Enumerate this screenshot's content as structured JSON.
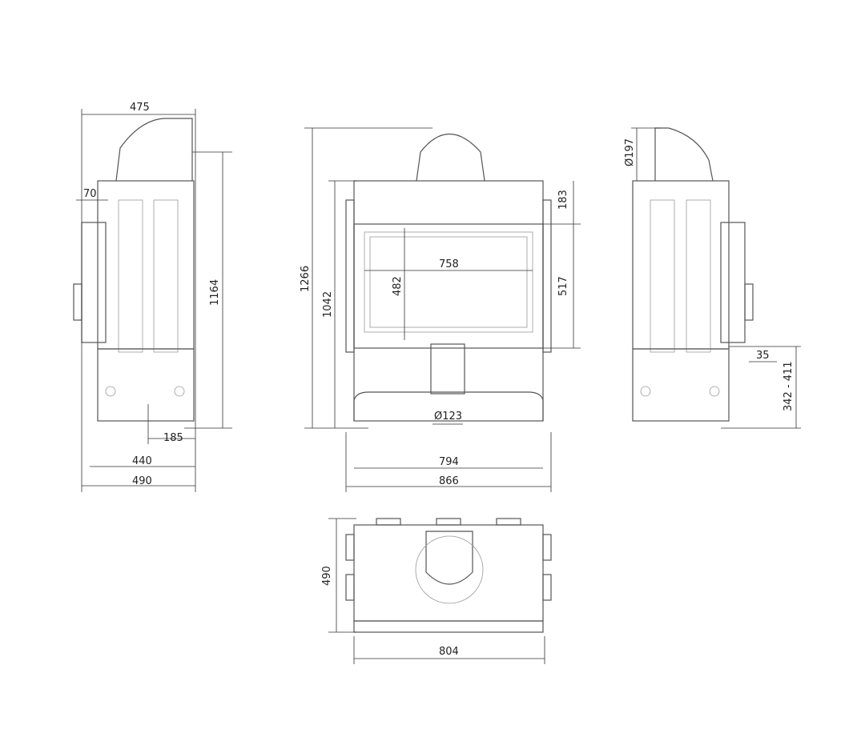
{
  "views": {
    "side_left": {
      "dims": {
        "top_width": "475",
        "offset": "70",
        "height": "1164",
        "foot": "185",
        "inner_width": "440",
        "depth": "490"
      }
    },
    "front": {
      "dims": {
        "total_height": "1266",
        "body_height": "1042",
        "glass_width": "758",
        "glass_height": "482",
        "top_gap": "183",
        "door_height": "517",
        "inlet_diameter": "Ø123",
        "inner_width": "794",
        "total_width": "866"
      }
    },
    "side_right": {
      "dims": {
        "flue_diameter": "Ø197",
        "offset": "35",
        "leg_range": "342 - 411"
      }
    },
    "top": {
      "dims": {
        "depth": "490",
        "width": "804"
      }
    }
  }
}
